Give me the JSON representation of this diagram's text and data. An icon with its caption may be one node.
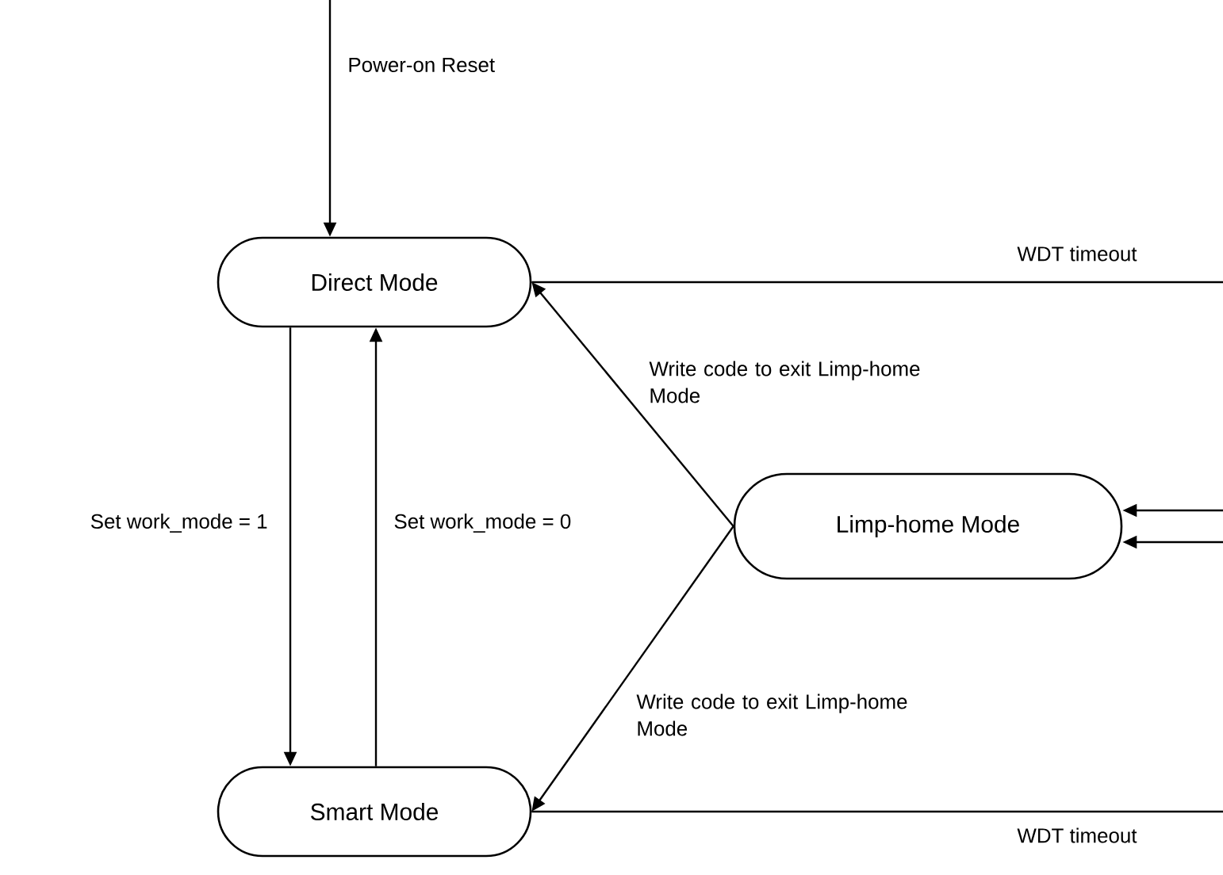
{
  "diagram": {
    "nodes": [
      {
        "text": [
          "Direct Mode"
        ]
      },
      {
        "text": [
          "Smart Mode"
        ]
      },
      {
        "text": [
          "Limp-home Mode"
        ]
      }
    ],
    "edges": [
      {
        "from": null,
        "to": 0,
        "arrow": "to",
        "label": "Power-on Reset"
      },
      {
        "from": 0,
        "to": 1,
        "arrow": "to",
        "label": "Set work_mode = 1"
      },
      {
        "from": 1,
        "to": 0,
        "arrow": "to",
        "label": "Set work_mode = 0"
      },
      {
        "from": 2,
        "to": 0,
        "arrow": "to",
        "label": "Write code to exit Limp-home Mode"
      },
      {
        "from": 2,
        "to": 1,
        "arrow": "to",
        "label": "Write code to exit Limp-home Mode"
      },
      {
        "from": 0,
        "to": 2,
        "arrow": "to",
        "label": "WDT timeout"
      },
      {
        "from": 1,
        "to": 2,
        "arrow": "to",
        "label": "WDT timeout"
      }
    ]
  }
}
